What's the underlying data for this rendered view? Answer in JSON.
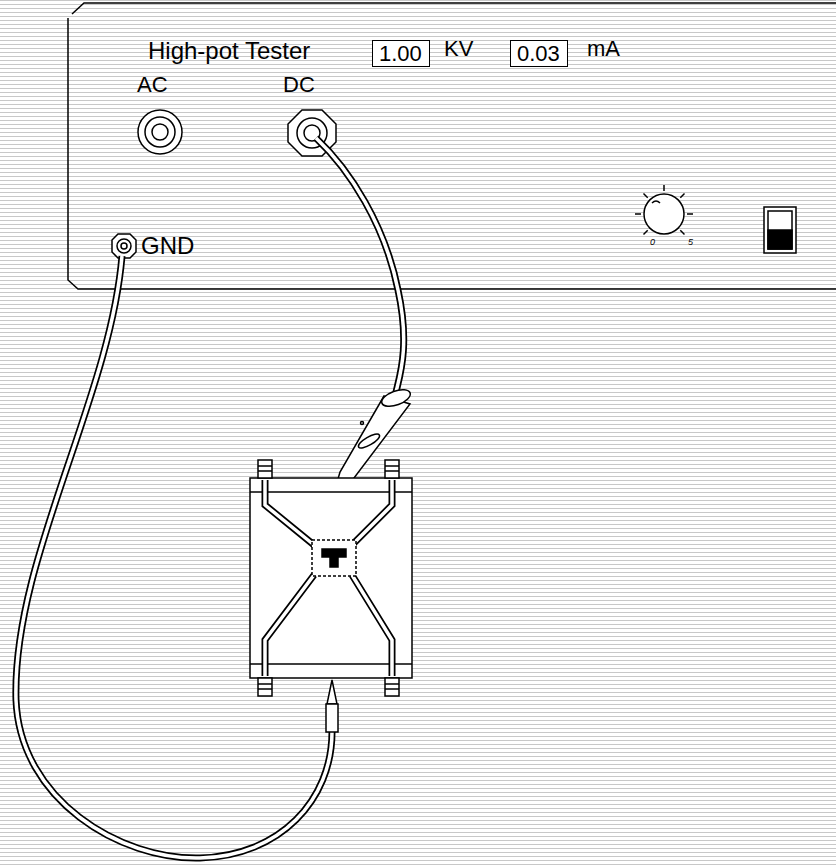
{
  "diagram": {
    "nodes": [
      {
        "text": [
          "High-pot Tester"
        ]
      },
      {
        "text": [
          "1.00"
        ],
        "in": 0
      },
      {
        "text": [
          "0.03"
        ],
        "in": 0
      }
    ],
    "labels": [
      "KV",
      "mA",
      "AC",
      "DC",
      "GND",
      "0",
      "5"
    ]
  }
}
